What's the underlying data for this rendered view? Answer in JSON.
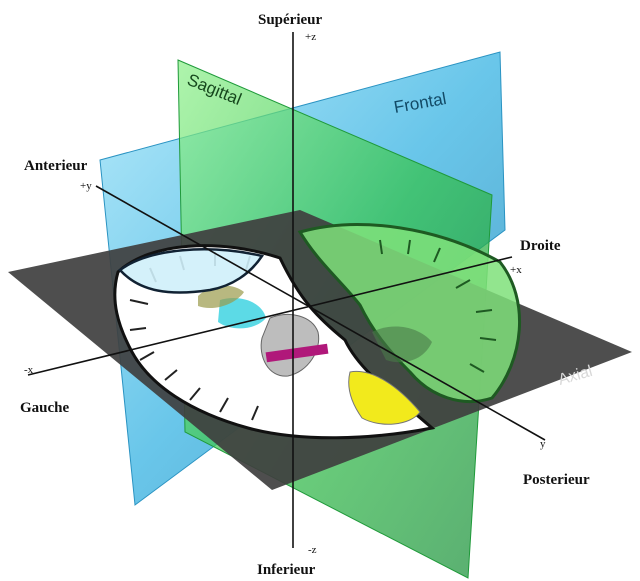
{
  "labels": {
    "superior": "Supérieur",
    "superior_axis": "+z",
    "inferior": "Inferieur",
    "inferior_axis": "-z",
    "anterior": "Anterieur",
    "anterior_axis": "+y",
    "posterior": "Posterieur",
    "posterior_axis": "y",
    "right": "Droite",
    "right_axis": "+x",
    "left": "Gauche",
    "left_axis": "-x"
  },
  "planes": {
    "sagittal": "Sagittal",
    "frontal": "Frontal",
    "axial": "Axial"
  },
  "colors": {
    "axial_plane": "#3f3f3f",
    "frontal_plane": "#39b4e6",
    "sagittal_plane": "#34c24a",
    "brain_white": "#ffffff",
    "brain_yellow": "#f2ea1c",
    "brain_magenta": "#b0187a"
  }
}
